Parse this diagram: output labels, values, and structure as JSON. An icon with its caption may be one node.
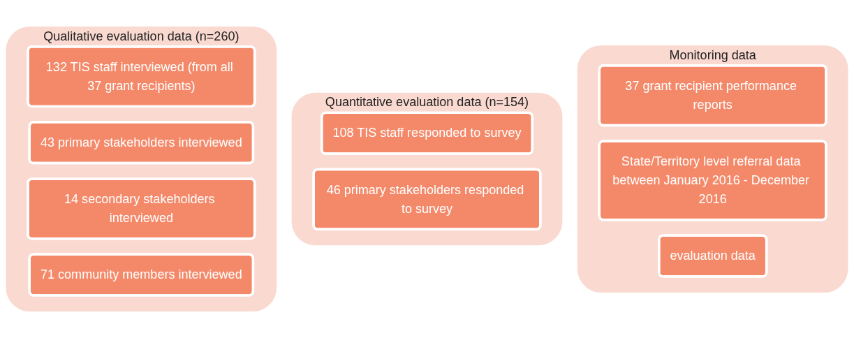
{
  "diagram": {
    "nodes": [
      {
        "text": [
          "Qualitative evaluation data (n=260)"
        ]
      },
      {
        "text": [
          "132 TIS staff interviewed (from all 37 grant recipients)"
        ],
        "in": 0
      },
      {
        "text": [
          "43 primary stakeholders interviewed"
        ],
        "in": 0
      },
      {
        "text": [
          "14 secondary stakeholders interviewed"
        ],
        "in": 0
      },
      {
        "text": [
          "71 community members interviewed"
        ],
        "in": 0
      },
      {
        "text": [
          "Quantitative evaluation data (n=154)"
        ]
      },
      {
        "text": [
          "108 TIS staff responded to survey"
        ],
        "in": 5
      },
      {
        "text": [
          "46 primary stakeholders responded to survey"
        ],
        "in": 5
      },
      {
        "text": [
          "Monitoring data"
        ]
      },
      {
        "text": [
          "37 grant recipient performance reports"
        ],
        "in": 8
      },
      {
        "text": [
          "State/Territory level referral data between January 2016 - December 2016"
        ],
        "in": 8
      },
      {
        "text": [
          "evaluation data"
        ],
        "in": 8
      }
    ],
    "edges": []
  }
}
